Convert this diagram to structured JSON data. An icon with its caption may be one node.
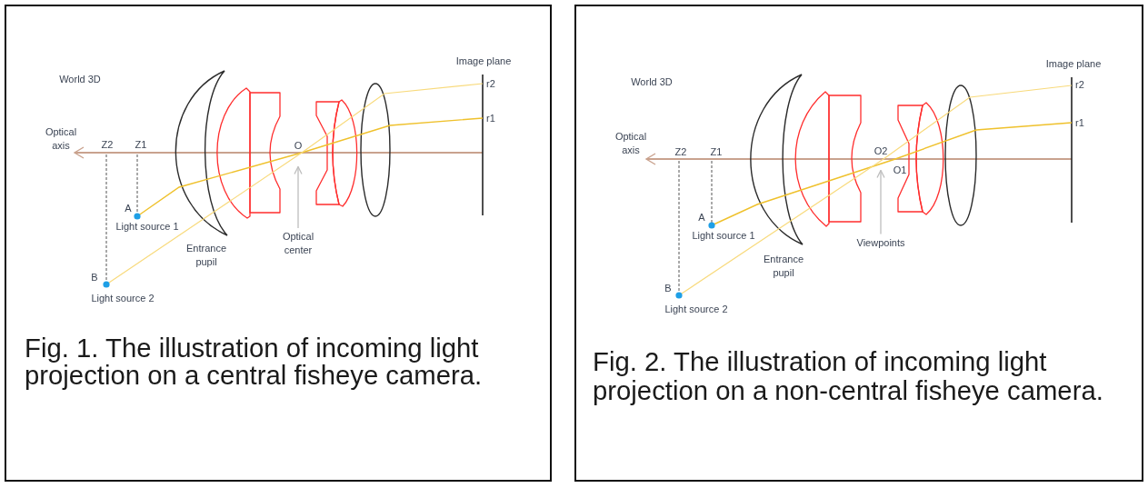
{
  "diagram": {
    "nodes": [
      {
        "text": [
          "Fig. 1. The illustration of incoming light projection on a central fisheye camera."
        ]
      },
      {
        "text": [
          "O"
        ],
        "in": 0
      },
      {
        "text": [
          "Optical center"
        ],
        "in": 0
      },
      {
        "text": [
          "Fig. 2. The illustration of incoming light projection on a non-central fisheye camera."
        ]
      },
      {
        "text": [
          "O2"
        ],
        "in": 3
      },
      {
        "text": [
          "Viewpoints"
        ],
        "in": 3
      }
    ],
    "edges": [
      {
        "from": 2,
        "to": 1,
        "arrow": "to"
      },
      {
        "from": 5,
        "to": 4,
        "arrow": "to"
      }
    ],
    "labels": [
      "World 3D",
      "Image plane",
      "r2",
      "r1",
      "Optical axis",
      "Z2",
      "Z1",
      "A",
      "Light source 1",
      "Entrance pupil",
      "B",
      "Light source 2",
      "World 3D",
      "Image plane",
      "r2",
      "r1",
      "Optical axis",
      "Z2",
      "Z1",
      "O1",
      "A",
      "Light source 1",
      "Entrance pupil",
      "B",
      "Light source 2"
    ]
  }
}
